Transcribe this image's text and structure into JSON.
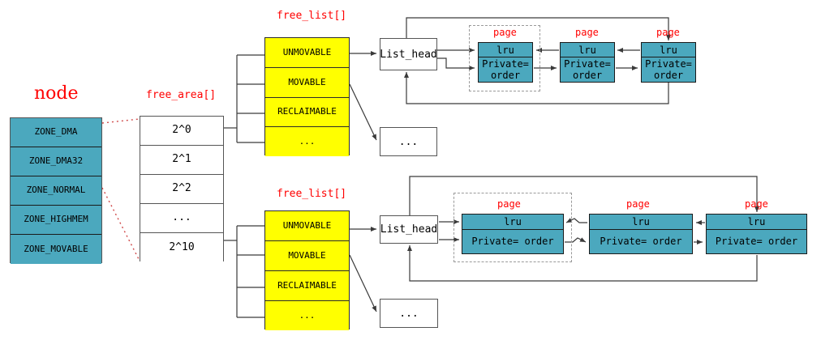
{
  "labels": {
    "node": "node",
    "free_area": "free_area[]",
    "free_list_top": "free_list[]",
    "free_list_bottom": "free_list[]",
    "page": "page"
  },
  "colors": {
    "zone_fill": "#4BA8BE",
    "page_fill": "#4BA8BE",
    "free_list_fill": "#FFFF00",
    "label_red": "#FF0000",
    "line": "#3A3A3A",
    "dotted_connector": "#D04A4A"
  },
  "node": {
    "title": "node",
    "zones": [
      "ZONE_DMA",
      "ZONE_DMA32",
      "ZONE_NORMAL",
      "ZONE_HIGHMEM",
      "ZONE_MOVABLE"
    ]
  },
  "free_area": {
    "title": "free_area[]",
    "entries": [
      "2^0",
      "2^1",
      "2^2",
      "...",
      "2^10"
    ]
  },
  "free_lists": [
    {
      "title": "free_list[]",
      "items": [
        "UNMOVABLE",
        "MOVABLE",
        "RECLAIMABLE",
        "..."
      ],
      "list_head": "List_head",
      "ellipsis_box": "...",
      "pages": [
        {
          "label": "page",
          "lru": "lru",
          "private": "Private= order",
          "private_line1": "Private=",
          "private_line2": "order",
          "dashed": true
        },
        {
          "label": "page",
          "lru": "lru",
          "private": "Private= order",
          "private_line1": "Private=",
          "private_line2": "order",
          "dashed": false
        },
        {
          "label": "page",
          "lru": "lru",
          "private": "Private= order",
          "private_line1": "Private=",
          "private_line2": "order",
          "dashed": false
        }
      ]
    },
    {
      "title": "free_list[]",
      "items": [
        "UNMOVABLE",
        "MOVABLE",
        "RECLAIMABLE",
        "..."
      ],
      "list_head": "List_head",
      "ellipsis_box": "...",
      "pages": [
        {
          "label": "page",
          "lru": "lru",
          "private": "Private= order",
          "dashed": true
        },
        {
          "label": "page",
          "lru": "lru",
          "private": "Private= order",
          "dashed": false
        },
        {
          "label": "page",
          "lru": "lru",
          "private": "Private= order",
          "dashed": false
        }
      ]
    }
  ]
}
